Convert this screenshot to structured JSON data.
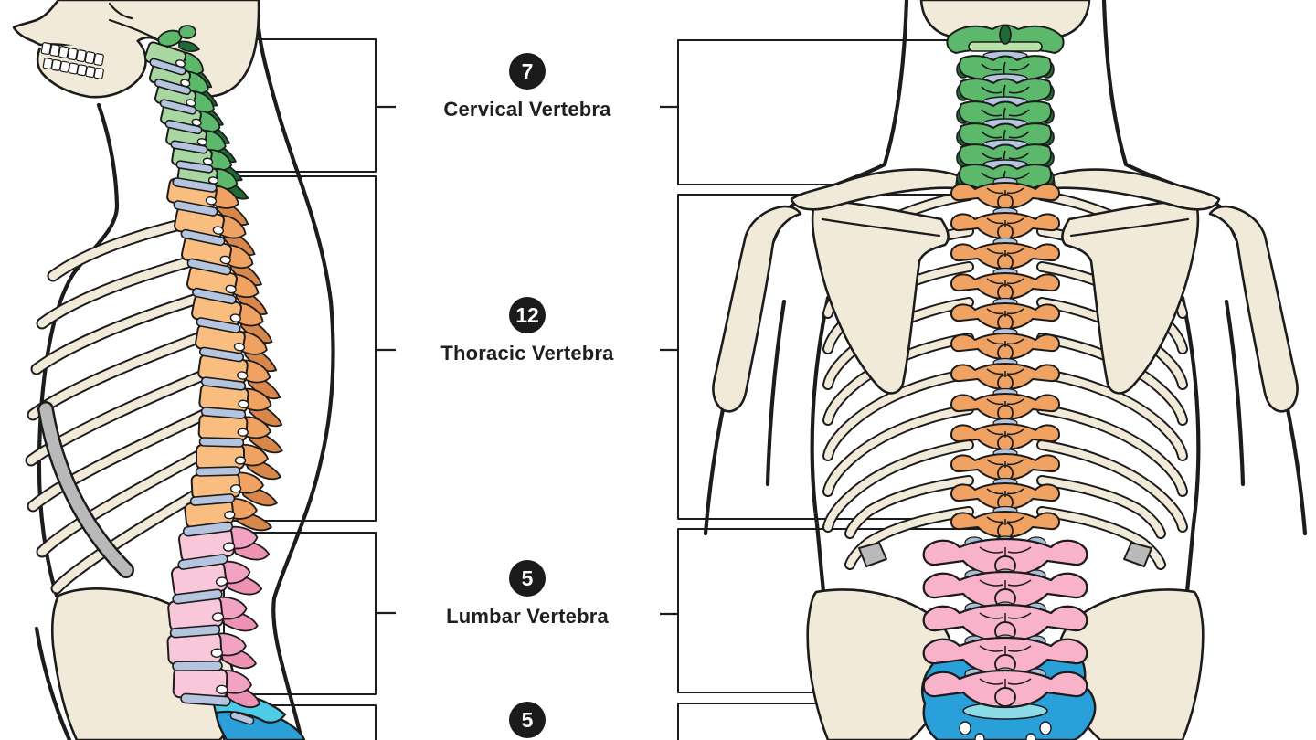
{
  "labels": [
    {
      "count": "7",
      "name": "Cervical Vertebra"
    },
    {
      "count": "12",
      "name": "Thoracic Vertebra"
    },
    {
      "count": "5",
      "name": "Lumbar Vertebra"
    },
    {
      "count": "5",
      "name": ""
    }
  ],
  "colors": {
    "background": "#ffffff",
    "outline": "#1c1c1c",
    "bone": "#f2ead8",
    "gray": "#b9b9b9",
    "disc": "#b5c4df",
    "disc_dark": "#a9bdd4",
    "cervical_body": "#a8d7a2",
    "cervical_mid": "#5cb96b",
    "cervical_dark": "#1e6b38",
    "cervical_band": "#b7e3a8",
    "thoracic_body": "#f8bd7f",
    "thoracic_mid": "#f0a263",
    "thoracic_dark": "#d9864a",
    "lumbar_body": "#f8c7da",
    "lumbar_mid": "#f2a2c2",
    "lumbar_dark": "#ee92b4",
    "lumbar_post": "#f8b3ca",
    "sacral_light": "#4ecbe7",
    "sacral_dark": "#2aa0da",
    "sacral_band": "#8edbe8",
    "label_circle": "#1b1b1b",
    "label_text": "#1f1f1f"
  }
}
